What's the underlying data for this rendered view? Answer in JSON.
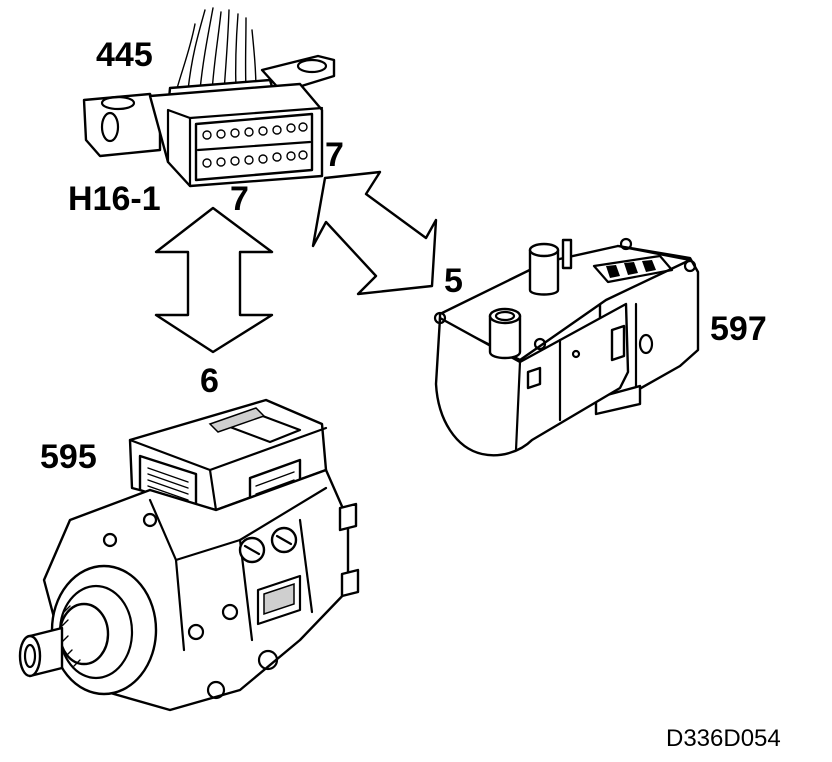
{
  "labels": {
    "connector": "445",
    "connector_ref": "H16-1",
    "pin_top": "7",
    "pin_to_pump": "7",
    "pin_on_heater": "5",
    "pin_on_pump": "6",
    "heater": "597",
    "pump": "595"
  },
  "figure_id": "D336D054",
  "icons": {
    "connector": "diagnostic-connector-icon",
    "heater": "heater-unit-icon",
    "pump": "injection-pump-icon",
    "arrow_vertical": "double-arrow-vertical-icon",
    "arrow_diagonal": "double-arrow-diagonal-icon"
  }
}
